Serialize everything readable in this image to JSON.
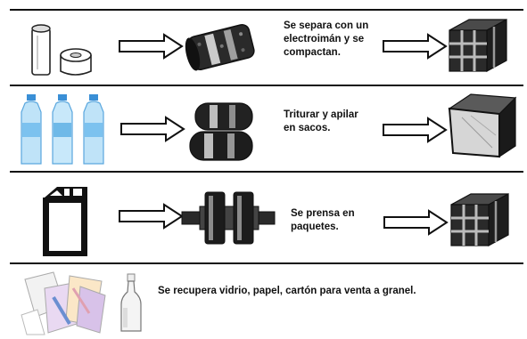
{
  "steps": [
    {
      "label": "Se separa con un\nelectroimán y se\ncompactan."
    },
    {
      "label": "Triturar y apilar\nen sacos."
    },
    {
      "label": "Se prensa en\npaquetes."
    },
    {
      "label": "Se recupera vidrio, papel, cartón  para venta a granel."
    }
  ],
  "icons": {
    "row1": [
      "tin-cans-icon",
      "crushed-can-icon",
      "compacted-cube-icon"
    ],
    "row2": [
      "plastic-bottles-icon",
      "shredded-rolls-icon",
      "sack-icon"
    ],
    "row3": [
      "juice-carton-icon",
      "press-icon",
      "compacted-cube-icon"
    ],
    "row4": [
      "paper-cardboard-icon",
      "glass-bottle-icon"
    ]
  },
  "colors": {
    "rule": "#111111",
    "ink": "#111111",
    "water": "#6fb9e8"
  }
}
